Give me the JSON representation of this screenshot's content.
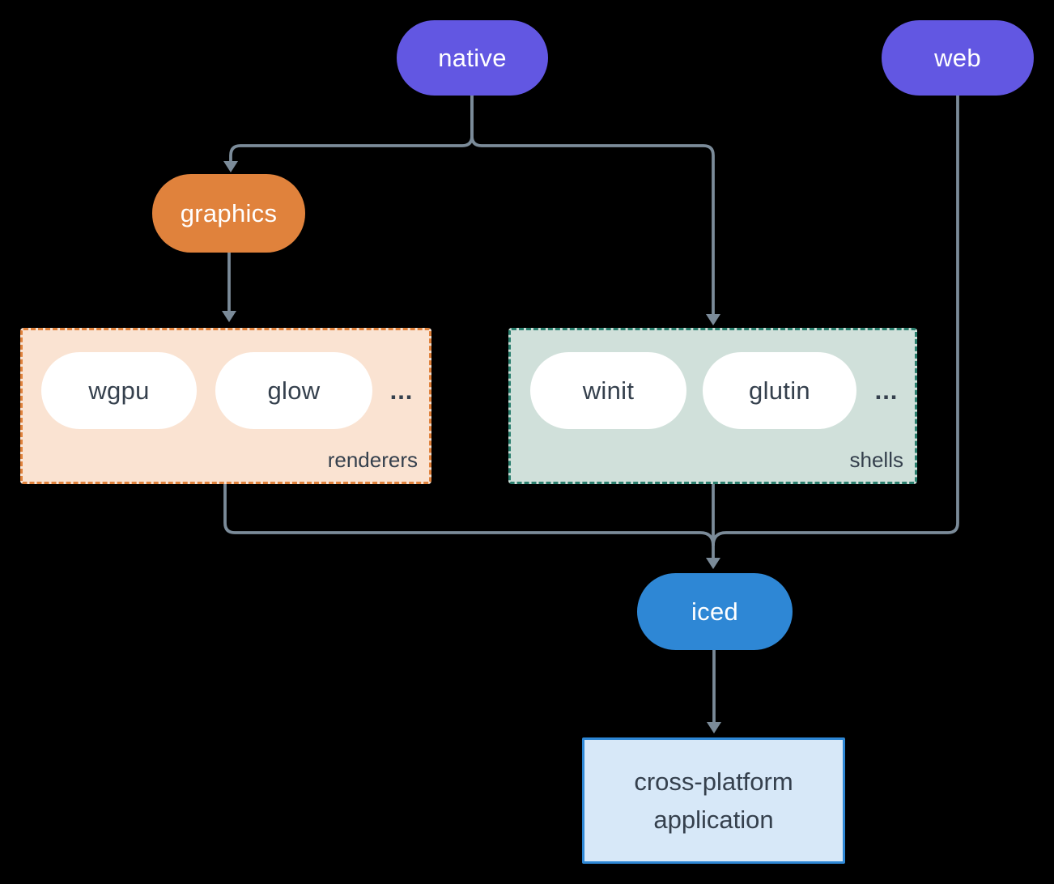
{
  "diagram": {
    "nodes": {
      "native": {
        "label": "native"
      },
      "web": {
        "label": "web"
      },
      "graphics": {
        "label": "graphics"
      },
      "iced": {
        "label": "iced"
      },
      "application": {
        "label_lines": [
          "cross-platform",
          "application"
        ]
      }
    },
    "groups": {
      "renderers": {
        "label": "renderers",
        "items": [
          "wgpu",
          "glow"
        ],
        "ellipsis": "..."
      },
      "shells": {
        "label": "shells",
        "items": [
          "winit",
          "glutin"
        ],
        "ellipsis": "..."
      }
    }
  },
  "colors": {
    "background": "#000000",
    "node-purple": "#6257e2",
    "node-orange": "#e0823c",
    "node-blue": "#2e87d5",
    "node-white": "#ffffff",
    "renderers-bg": "#fae3d2",
    "renderers-border": "#e0823c",
    "shells-bg": "#d0e0da",
    "shells-border": "#2b7f6e",
    "app-bg": "#d7e8f8",
    "app-border": "#2e87d5",
    "text-dark": "#35404d",
    "text-light": "#ffffff",
    "connector": "#7b8b99"
  }
}
